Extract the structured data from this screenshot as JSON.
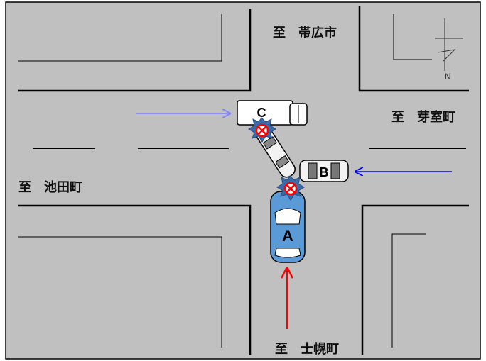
{
  "labels": {
    "north_road": "至　帯広市",
    "east_road": "至　芽室町",
    "west_road": "至　池田町",
    "south_road": "至　士幌町"
  },
  "vehicles": {
    "a": "A",
    "b": "B",
    "c": "C"
  },
  "compass": "N",
  "colors": {
    "background": "#c0c0c0",
    "curb": "#000000",
    "vehicle_a": "#5a9ad6",
    "arrow_a": "#ff0000",
    "arrow_b": "#0000ff",
    "arrow_c": "#7f7fff",
    "impact_burst": "#3a6aa8",
    "impact_marker": "#ff0000"
  }
}
